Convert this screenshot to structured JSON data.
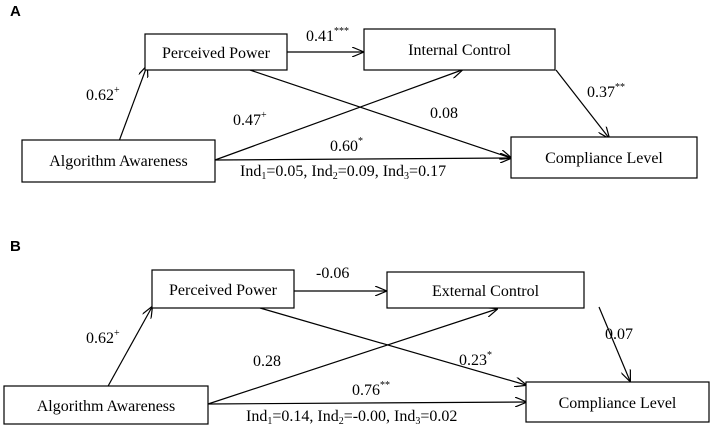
{
  "panels": {
    "a": {
      "label": "A",
      "nodes": {
        "perceived_power": "Perceived Power",
        "control": "Internal Control",
        "awareness": "Algorithm Awareness",
        "compliance": "Compliance Level"
      },
      "paths": {
        "awareness_to_power": {
          "value": "0.62",
          "sig": "+"
        },
        "power_to_control": {
          "value": "0.41",
          "sig": "***"
        },
        "control_to_compliance": {
          "value": "0.37",
          "sig": "**"
        },
        "power_to_compliance": {
          "value": "0.08",
          "sig": ""
        },
        "awareness_to_control": {
          "value": "0.47",
          "sig": "+"
        },
        "awareness_to_compliance": {
          "value": "0.60",
          "sig": "*"
        }
      },
      "indirect": {
        "prefix": "Ind",
        "items": [
          {
            "sub": "1",
            "value": "0.05"
          },
          {
            "sub": "2",
            "value": "0.09"
          },
          {
            "sub": "3",
            "value": "0.17"
          }
        ]
      }
    },
    "b": {
      "label": "B",
      "nodes": {
        "perceived_power": "Perceived Power",
        "control": "External Control",
        "awareness": "Algorithm Awareness",
        "compliance": "Compliance Level"
      },
      "paths": {
        "awareness_to_power": {
          "value": "0.62",
          "sig": "+"
        },
        "power_to_control": {
          "value": "-0.06",
          "sig": ""
        },
        "control_to_compliance": {
          "value": "0.07",
          "sig": ""
        },
        "power_to_compliance": {
          "value": "0.23",
          "sig": "*"
        },
        "awareness_to_control": {
          "value": "0.28",
          "sig": ""
        },
        "awareness_to_compliance": {
          "value": "0.76",
          "sig": "**"
        }
      },
      "indirect": {
        "prefix": "Ind",
        "items": [
          {
            "sub": "1",
            "value": "0.14"
          },
          {
            "sub": "2",
            "value": "-0.00"
          },
          {
            "sub": "3",
            "value": "0.02"
          }
        ]
      }
    }
  }
}
